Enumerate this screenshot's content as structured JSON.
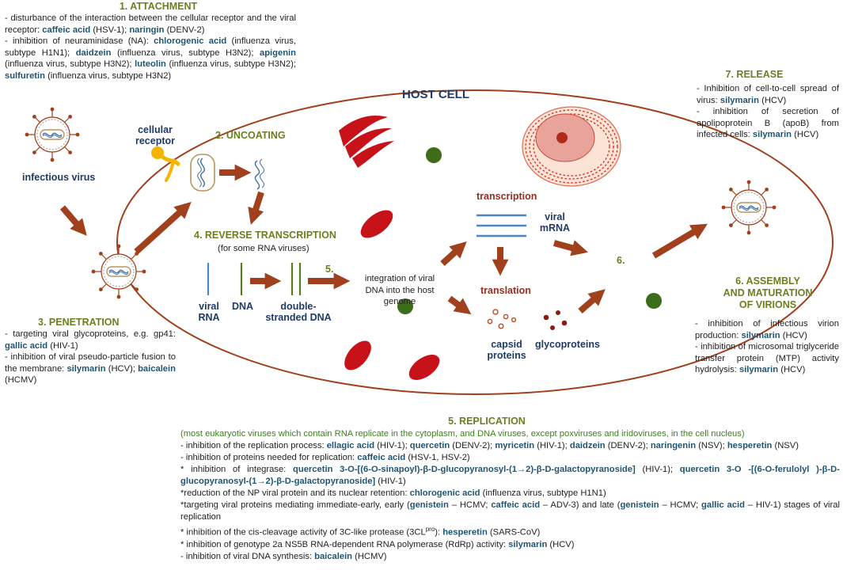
{
  "colors": {
    "green_header": "#6b7f22",
    "red_header": "#9b2d1f",
    "compound": "#1f5572",
    "arrow": "#a0401c",
    "cell_border": "#a0401c",
    "strand_blue": "#4a86c8",
    "strand_green": "#5a7a1f",
    "red_organelle": "#c8121a",
    "green_organelle": "#3d6d1a"
  },
  "attachment": {
    "title": "1.  ATTACHMENT",
    "l1a": "- disturbance of the interaction between the cellular receptor and the viral receptor: ",
    "l1b": "caffeic acid",
    "l1c": " (HSV-1); ",
    "l1d": "naringin",
    "l1e": " (DENV-2)",
    "l2a": "- inhibition of neuraminidase (NA): ",
    "l2b": "chlorogenic acid",
    "l2c": " (influenza virus, subtype H1N1); ",
    "l2d": "daidzein",
    "l2e": " (influenza virus, subtype H3N2); ",
    "l2f": "apigenin",
    "l2g": " (influenza virus, subtype H3N2); ",
    "l2h": "luteolin",
    "l2i": " (influenza virus, subtype H3N2); ",
    "l2j": "sulfuretin",
    "l2k": " (influenza virus, subtype H3N2)"
  },
  "host_cell": "HOST CELL",
  "labels": {
    "infectious_virus": "infectious virus",
    "cellular_receptor": "cellular receptor",
    "uncoating": "2.   UNCOATING",
    "reverse_transcription": "4. REVERSE TRANSCRIPTION",
    "rt_note": "(for some RNA viruses)",
    "viral_rna": "viral RNA",
    "dna": "DNA",
    "ds_dna": "double-stranded DNA",
    "step5": "5.",
    "integration": "integration of viral DNA into the host genome",
    "transcription": "transcription",
    "viral_mrna": "viral mRNA",
    "translation": "translation",
    "capsid_proteins": "capsid proteins",
    "glycoproteins": "glycoproteins",
    "step6": "6."
  },
  "penetration": {
    "title": "3.  PENETRATION",
    "l1a": "- targeting viral glycoproteins, e.g. gp41: ",
    "l1b": "gallic acid",
    "l1c": " (HIV-1)",
    "l2a": "- inhibition of viral pseudo-particle fusion to the membrane: ",
    "l2b": "silymarin",
    "l2c": " (HCV); ",
    "l2d": "baicalein",
    "l2e": " (HCMV)"
  },
  "release": {
    "title": "7.  RELEASE",
    "l1a": "- Inhibition of cell-to-cell spread of virus: ",
    "l1b": "silymarin",
    "l1c": " (HCV)",
    "l2a": "- inhibition of secretion of apolipoprotein B (apoB) from infected cells: ",
    "l2b": "silymarin",
    "l2c": " (HCV)"
  },
  "assembly": {
    "title1": "6.  ASSEMBLY",
    "title2": "AND MATURATION",
    "title3": "OF VIRIONS",
    "l1a": "- inhibition of infectious virion production: ",
    "l1b": "silymarin",
    "l1c": " (HCV)",
    "l2a": "- inhibition of microsomal triglyceride transfer protein (MTP) activity hydrolysis: ",
    "l2b": "silymarin",
    "l2c": " (HCV)"
  },
  "replication": {
    "title": "5.  REPLICATION",
    "subtitle": "(most eukaryotic viruses which contain RNA replicate in the cytoplasm, and DNA viruses, except poxviruses and iridoviruses, in the cell nucleus)",
    "r1a": "- inhibition of the replication process: ",
    "r1b": "ellagic acid",
    "r1c": " (HIV-1); ",
    "r1d": "quercetin",
    "r1e": " (DENV-2); ",
    "r1f": "myricetin",
    "r1g": " (HIV-1); ",
    "r1h": "daidzein",
    "r1i": " (DENV-2); ",
    "r1j": "naringenin",
    "r1k": " (NSV); ",
    "r1l": "hesperetin",
    "r1m": " (NSV)",
    "r2a": "- inhibition of proteins needed for replication: ",
    "r2b": "caffeic acid",
    "r2c": " (HSV-1, HSV-2)",
    "r3a": "* inhibition of integrase: ",
    "r3b": "quercetin 3-O-[(6-O-sinapoyl)-β-D-glucopyranosyl-(1→2)-β-D-galactopyranoside]",
    "r3c": " (HIV-1); ",
    "r3d": "quercetin 3-O -[(6-O-ferulolyl )-β-D-glucopyranosyl-(1→2)-β-D-galactopyranoside]",
    "r3e": " (HIV-1)",
    "r4a": "*reduction of the NP viral protein and its nuclear retention: ",
    "r4b": "chlorogenic acid",
    "r4c": " (influenza virus, subtype H1N1)",
    "r5a": "*targeting viral proteins mediating immediate-early, early (",
    "r5b": "genistein",
    "r5c": " – HCMV; ",
    "r5d": "caffeic acid",
    "r5e": " – ADV-3) and late (",
    "r5f": "genistein",
    "r5g": " – HCMV; ",
    "r5h": "gallic acid",
    "r5i": " – HIV-1) stages of viral replication",
    "r6a": "* inhibition of the cis-cleavage activity of 3C-like protease (3CL",
    "r6sup": "pro",
    "r6b": "): ",
    "r6c": "hesperetin",
    "r6d": " (SARS-CoV)",
    "r7a": "* inhibition of genotype 2a NS5B RNA-dependent RNA polymerase (RdRp) activity: ",
    "r7b": "silymarin",
    "r7c": " (HCV)",
    "r8a": "- inhibition of viral DNA synthesis: ",
    "r8b": "baicalein",
    "r8c": " (HCMV)"
  }
}
